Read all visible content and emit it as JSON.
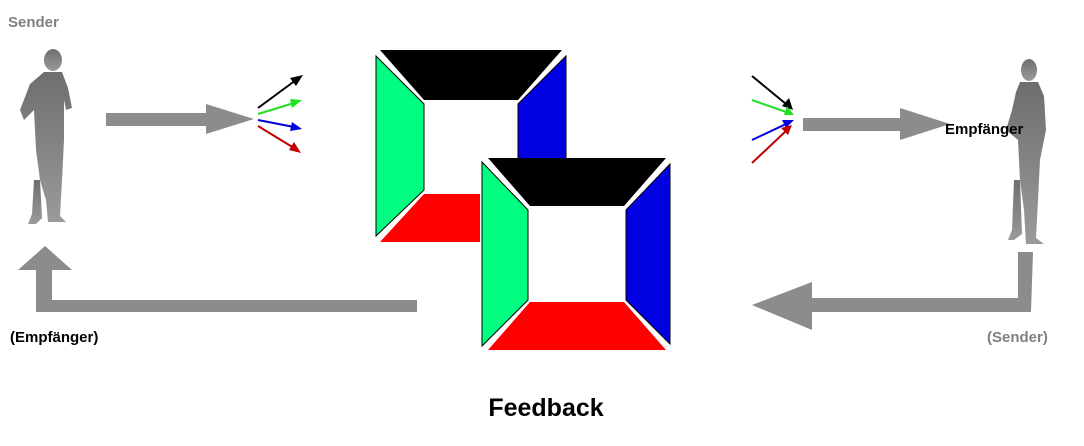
{
  "labels": {
    "sender_top": "Sender",
    "empfaenger_right": "Empfänger",
    "empfaenger_bottom": "(Empfänger)",
    "sender_bottom": "(Sender)",
    "feedback": "Feedback"
  },
  "colors": {
    "gray_arrow": "#8c8c8c",
    "label_gray": "#808080",
    "person": "#7a7a7a",
    "frame_top": "#000000",
    "frame_left": "#00ff80",
    "frame_right": "#0000e0",
    "frame_bottom": "#ff0000",
    "signal_arrows": [
      "#000000",
      "#22e022",
      "#0000e0",
      "#c00000"
    ]
  },
  "icons": {
    "sender_figure": "person-silhouette-icon",
    "receiver_figure": "person-silhouette-icon"
  }
}
